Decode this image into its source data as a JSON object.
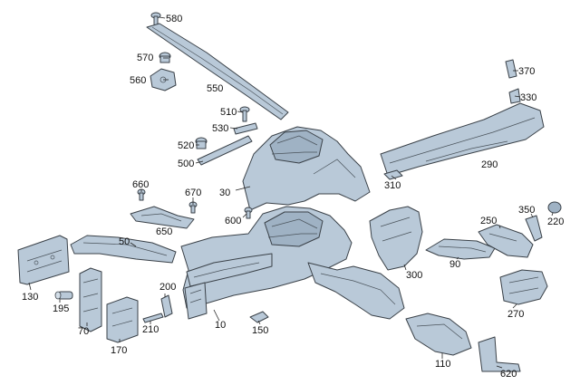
{
  "labels": {
    "p580": "580",
    "p570": "570",
    "p560": "560",
    "p550": "550",
    "p510": "510",
    "p530": "530",
    "p520": "520",
    "p500": "500",
    "p30": "30",
    "p370": "370",
    "p330": "330",
    "p290": "290",
    "p310": "310",
    "p660": "660",
    "p670": "670",
    "p650": "650",
    "p600": "600",
    "p50": "50",
    "p130": "130",
    "p195": "195",
    "p70": "70",
    "p170": "170",
    "p200": "200",
    "p210": "210",
    "p10": "10",
    "p150": "150",
    "p300": "300",
    "p90": "90",
    "p250": "250",
    "p350": "350",
    "p220": "220",
    "p270": "270",
    "p110": "110",
    "p620": "620"
  },
  "colors": {
    "part_fill": "#b9c9d8",
    "outline": "#3a4148",
    "background": "#ffffff"
  }
}
